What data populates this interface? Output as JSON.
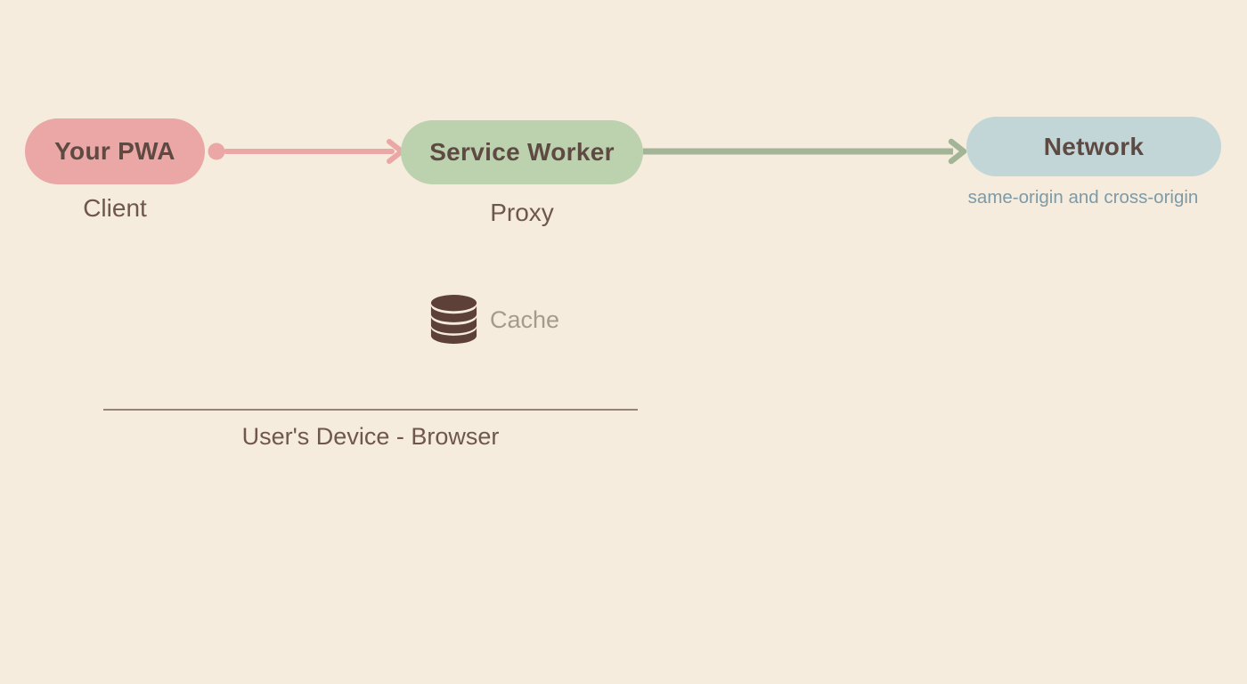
{
  "canvas": {
    "background": "#f5ecdd"
  },
  "nodes": {
    "pwa": {
      "label": "Your PWA",
      "sublabel": "Client",
      "fill": "#eaa7a5",
      "label_color": "#5e4a43"
    },
    "service_worker": {
      "label": "Service Worker",
      "sublabel": "Proxy",
      "fill": "#bcd1ae",
      "label_color": "#5e4a43"
    },
    "network": {
      "label": "Network",
      "sublabel": "same-origin and cross-origin",
      "fill": "#c2d6d8",
      "label_color": "#5e4a43",
      "sublabel_color": "#7d9aa9"
    }
  },
  "arrows": {
    "pwa_to_service_worker": {
      "color": "#eaa7a5"
    },
    "service_worker_to_network": {
      "color": "#a3b596"
    }
  },
  "cache": {
    "label": "Cache",
    "icon": "database-icon",
    "icon_color": "#5d4037",
    "label_color": "#a69a8f"
  },
  "device": {
    "label": "User's Device - Browser",
    "line_color": "#97817b",
    "label_color": "#6f564f"
  },
  "text_colors": {
    "sublabel_brown": "#6f564f"
  }
}
